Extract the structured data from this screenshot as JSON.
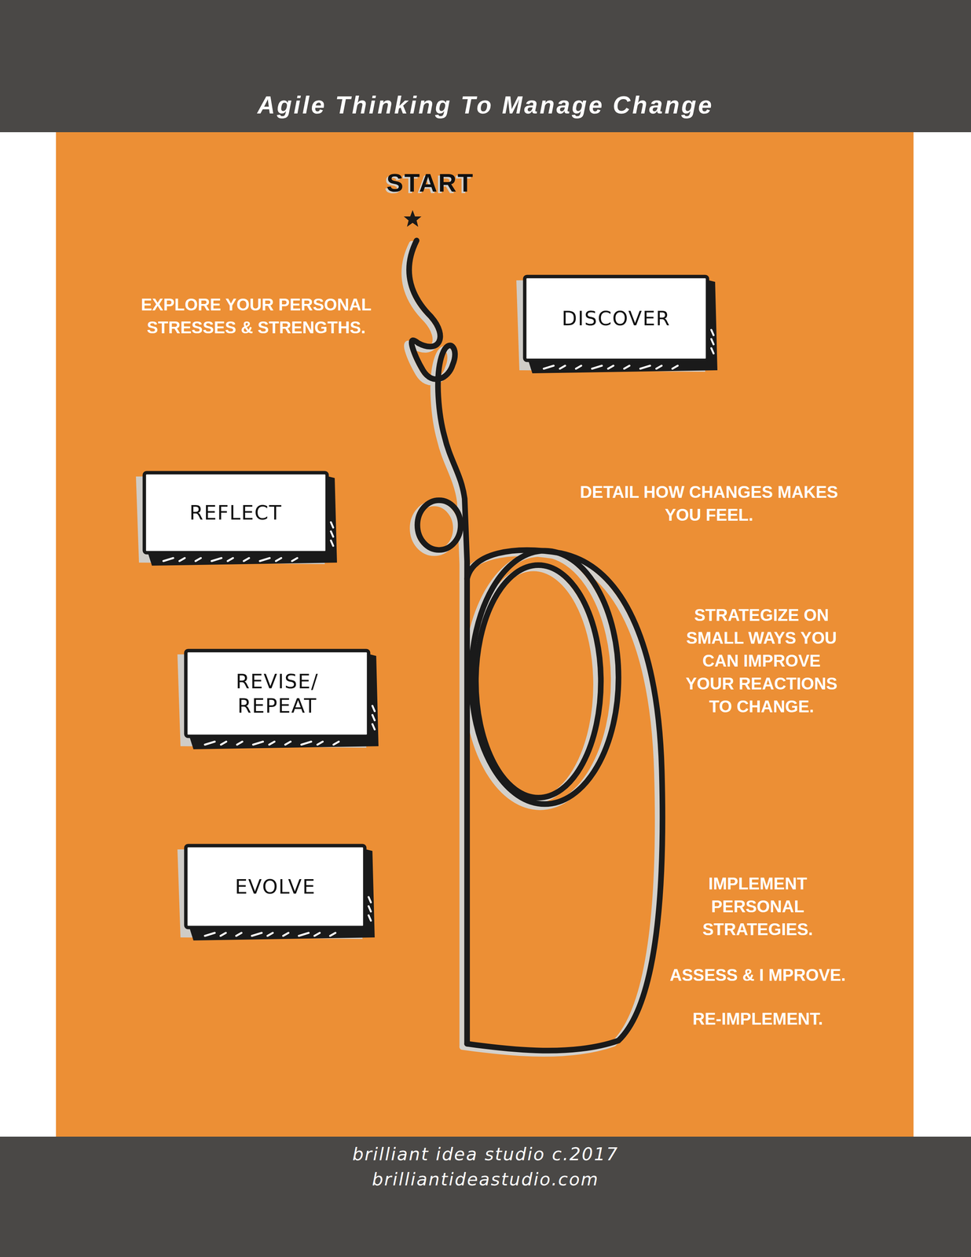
{
  "diagram": {
    "title": "Agile Thinking To Manage Change",
    "caption": "brilliant idea studio c.2017",
    "nodes": [
      {
        "text": [
          "DISCOVER"
        ]
      },
      {
        "text": [
          "REFLECT"
        ]
      },
      {
        "text": [
          "REVISE/ REPEAT"
        ]
      },
      {
        "text": [
          "EVOLVE"
        ]
      }
    ],
    "labels": [
      "START",
      "EXPLORE YOUR PERSONAL STRESSES & STRENGTHS.",
      "DETAIL HOW CHANGES MAKES YOU FEEL.",
      "STRATEGIZE ON SMALL WAYS YOU CAN IMPROVE YOUR REACTIONS TO CHANGE.",
      "IMPLEMENT PERSONAL STRATEGIES.",
      "ASSESS & I MPROVE.",
      "RE-IMPLEMENT.",
      "brilliantideastudio.com"
    ]
  }
}
